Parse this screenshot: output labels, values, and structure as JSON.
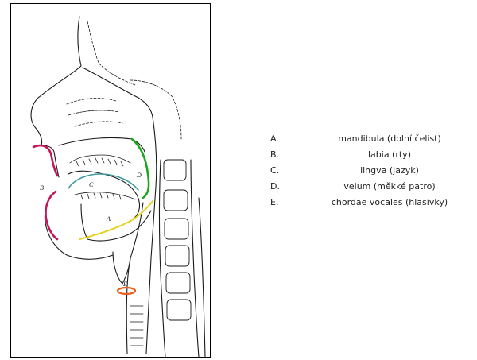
{
  "figure": {
    "labels": {
      "a": "A",
      "b": "B",
      "c": "C",
      "d": "D",
      "e": "E"
    }
  },
  "legend": {
    "items": [
      {
        "letter": "A.",
        "text": "mandibula (dolní čelist)"
      },
      {
        "letter": "B.",
        "text": "labia (rty)"
      },
      {
        "letter": "C.",
        "text": "lingva (jazyk)"
      },
      {
        "letter": "D.",
        "text": "velum (měkké patro)"
      },
      {
        "letter": "E.",
        "text": "chordae vocales (hlasivky)"
      }
    ]
  },
  "colors": {
    "labia": "#c2185b",
    "lingva": "#3a9aa0",
    "velum": "#1fa81f",
    "mandibula": "#e6d21a",
    "chordae": "#e8601c",
    "outline": "#1a1a1a"
  }
}
